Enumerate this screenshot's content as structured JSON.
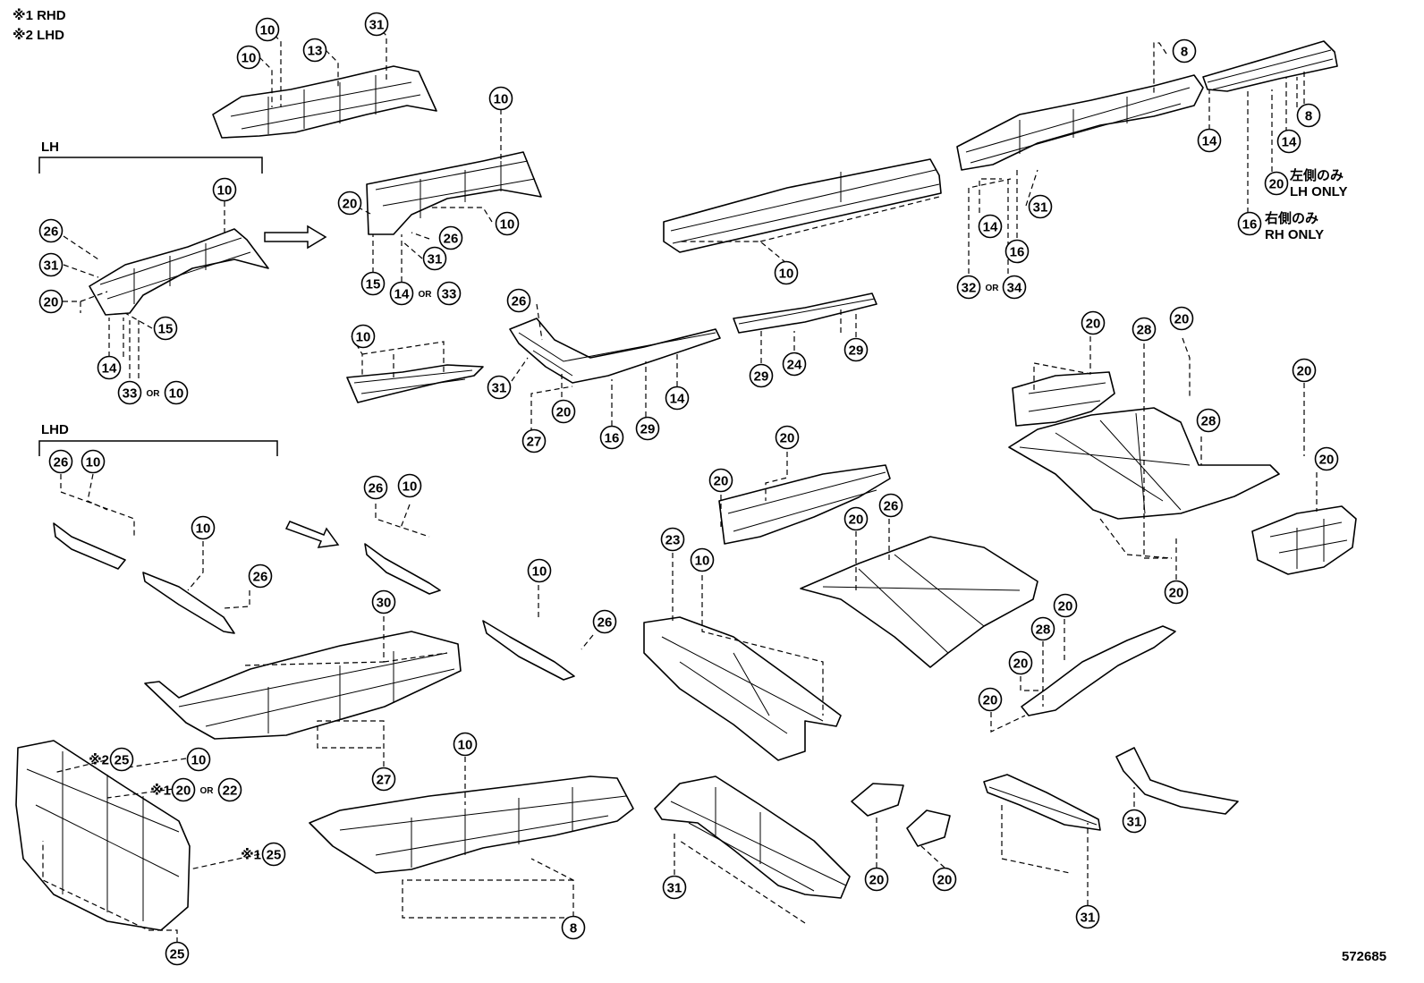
{
  "legend": {
    "rhd": "※1 RHD",
    "lhd": "※2 LHD"
  },
  "group_labels": {
    "lh": "LH",
    "lhd": "LHD"
  },
  "notes": {
    "lh_only_jp": "左側のみ",
    "lh_only_en": "LH ONLY",
    "rh_only_jp": "右側のみ",
    "rh_only_en": "RH ONLY"
  },
  "diagram_id": "572685",
  "or_text": "OR",
  "mark1": "※1",
  "mark2": "※2",
  "callouts": [
    {
      "n": "10"
    },
    {
      "n": "31"
    },
    {
      "n": "10"
    },
    {
      "n": "13"
    },
    {
      "n": "10"
    },
    {
      "n": "10"
    },
    {
      "n": "26"
    },
    {
      "n": "31"
    },
    {
      "n": "20"
    },
    {
      "n": "15"
    },
    {
      "n": "14"
    },
    {
      "n": "33"
    },
    {
      "n": "10"
    },
    {
      "n": "20"
    },
    {
      "n": "10"
    },
    {
      "n": "26"
    },
    {
      "n": "31"
    },
    {
      "n": "15"
    },
    {
      "n": "14"
    },
    {
      "n": "33"
    },
    {
      "n": "10"
    },
    {
      "n": "8"
    },
    {
      "n": "14"
    },
    {
      "n": "8"
    },
    {
      "n": "14"
    },
    {
      "n": "20"
    },
    {
      "n": "16"
    },
    {
      "n": "14"
    },
    {
      "n": "31"
    },
    {
      "n": "16"
    },
    {
      "n": "32"
    },
    {
      "n": "34"
    },
    {
      "n": "10"
    },
    {
      "n": "26"
    },
    {
      "n": "31"
    },
    {
      "n": "20"
    },
    {
      "n": "27"
    },
    {
      "n": "16"
    },
    {
      "n": "29"
    },
    {
      "n": "14"
    },
    {
      "n": "29"
    },
    {
      "n": "24"
    },
    {
      "n": "29"
    },
    {
      "n": "20"
    },
    {
      "n": "28"
    },
    {
      "n": "20"
    },
    {
      "n": "28"
    },
    {
      "n": "20"
    },
    {
      "n": "20"
    },
    {
      "n": "20"
    },
    {
      "n": "26"
    },
    {
      "n": "10"
    },
    {
      "n": "10"
    },
    {
      "n": "26"
    },
    {
      "n": "26"
    },
    {
      "n": "10"
    },
    {
      "n": "10"
    },
    {
      "n": "26"
    },
    {
      "n": "30"
    },
    {
      "n": "27"
    },
    {
      "n": "20"
    },
    {
      "n": "20"
    },
    {
      "n": "20"
    },
    {
      "n": "26"
    },
    {
      "n": "23"
    },
    {
      "n": "10"
    },
    {
      "n": "20"
    },
    {
      "n": "28"
    },
    {
      "n": "20"
    },
    {
      "n": "20"
    },
    {
      "n": "25"
    },
    {
      "n": "10"
    },
    {
      "n": "20"
    },
    {
      "n": "22"
    },
    {
      "n": "25"
    },
    {
      "n": "25"
    },
    {
      "n": "10"
    },
    {
      "n": "8"
    },
    {
      "n": "31"
    },
    {
      "n": "20"
    },
    {
      "n": "20"
    },
    {
      "n": "31"
    },
    {
      "n": "31"
    }
  ]
}
